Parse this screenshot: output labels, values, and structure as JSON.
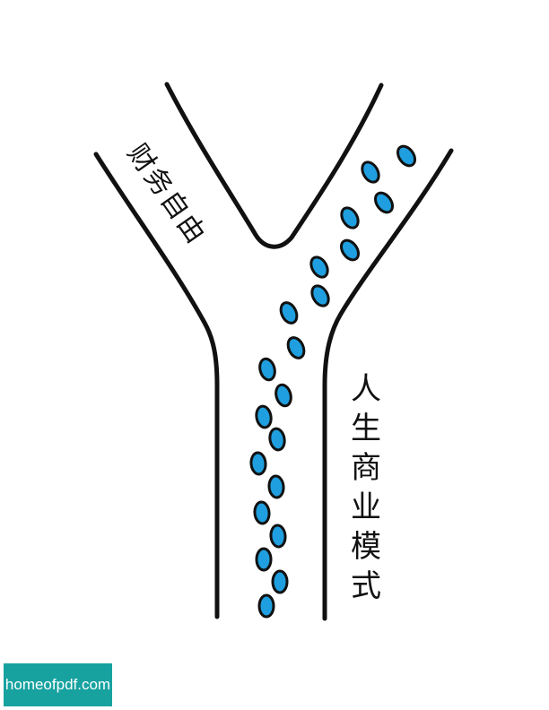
{
  "labels": {
    "upper_branch": "财务自由",
    "main_road": "人生商业模式"
  },
  "watermark": {
    "text": "homeofpdf.com"
  },
  "colors": {
    "outline": "#111111",
    "footprint": "#1f9fdf",
    "watermark_bg": "#17a2a0",
    "background": "#ffffff"
  },
  "icons": {
    "footprint": "footprint-icon"
  }
}
